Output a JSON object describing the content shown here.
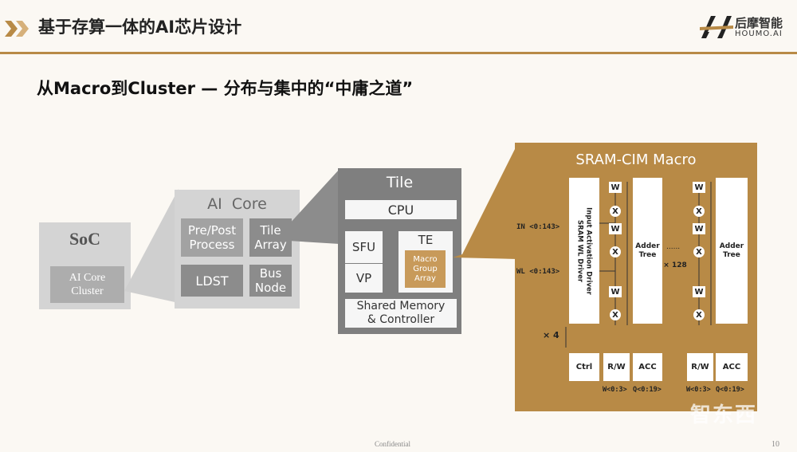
{
  "header": {
    "title": "基于存算一体的AI芯片设计",
    "logo_text": "后摩智能",
    "logo_sub": "HOUMO.AI"
  },
  "subtitle": "从Macro到Cluster — 分布与集中的“中庸之道”",
  "soc": {
    "title": "SoC",
    "cluster_label": "AI Core\nCluster"
  },
  "ai_core": {
    "title": "AI  Core",
    "pre_post": "Pre/Post\nProcess",
    "tile_array": "Tile\nArray",
    "ldst": "LDST",
    "bus_node": "Bus\nNode"
  },
  "tile": {
    "title": "Tile",
    "cpu": "CPU",
    "sfu": "SFU",
    "vp": "VP",
    "te": "TE",
    "macro_group": "Macro\nGroup\nArray",
    "shared_mem": "Shared Memory\n& Controller"
  },
  "macro": {
    "title": "SRAM-CIM Macro",
    "in_label": "IN <0:143>",
    "wl_label": "WL <0:143>",
    "driver": "Input Activation Driver\nSRAM WL Driver",
    "adder_tree": "Adder\nTree",
    "w": "W",
    "x": "X",
    "times128": "× 128",
    "times4": "× 4",
    "ctrl": "Ctrl",
    "rw": "R/W",
    "acc": "ACC",
    "w_bus": "W<0:3>",
    "q_bus": "Q<0:19>",
    "dots": "......"
  },
  "footer": {
    "confidential": "Confidential",
    "page": "10"
  },
  "watermark": "智东西",
  "colors": {
    "accent": "#b88a46",
    "macro_bg": "#b88a46",
    "macro_group": "#c89a5a"
  }
}
